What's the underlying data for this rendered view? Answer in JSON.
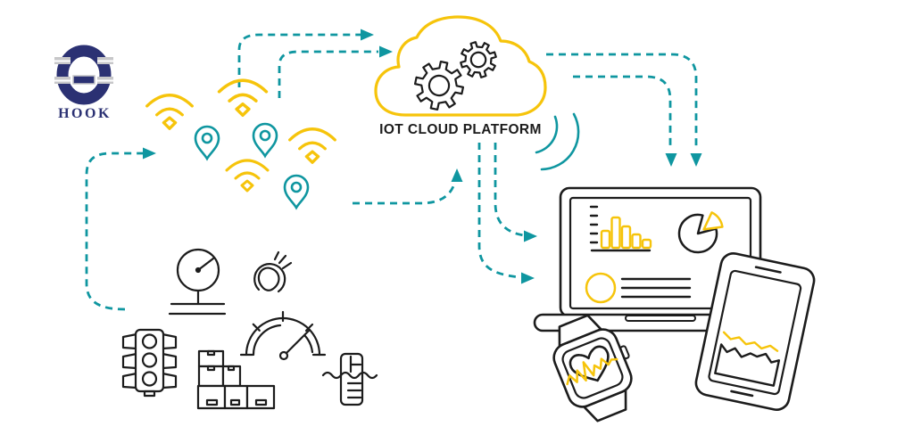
{
  "meta": {
    "type": "iot-architecture-diagram",
    "background": "#ffffff"
  },
  "colors": {
    "teal": "#0f96a0",
    "yellow": "#f6c40b",
    "ink": "#1c1c1c",
    "navy": "#2b3173",
    "silver": "#c7c7c9"
  },
  "brand": {
    "name": "HOOK"
  },
  "cloud": {
    "label": "IOT CLOUD PLATFORM",
    "icons": [
      "gear-icon",
      "gear-icon"
    ]
  },
  "sensors": {
    "wifi_signal_count": 4,
    "location_pin_count": 3
  },
  "devices": [
    "pressure-gauge",
    "eye-sensor",
    "traffic-light",
    "parcel-boxes",
    "speedometer",
    "water-tank"
  ],
  "outputs": {
    "laptop": {
      "widgets": [
        "bar-chart",
        "pie-chart",
        "summary-circle-lines"
      ],
      "chart_bars": [
        19,
        34,
        24,
        15,
        9
      ]
    },
    "smartwatch": {
      "widget": "heart-ecg"
    },
    "tablet": {
      "widget": "line-area-chart"
    }
  },
  "flows": [
    {
      "from": "field-devices",
      "to": "sensors"
    },
    {
      "from": "sensors",
      "to": "iot-cloud-platform"
    },
    {
      "from": "sensors",
      "to": "iot-cloud-platform"
    },
    {
      "from": "sensors",
      "to": "iot-cloud-platform"
    },
    {
      "from": "iot-cloud-platform",
      "to": "laptop-dashboard"
    },
    {
      "from": "iot-cloud-platform",
      "to": "laptop-dashboard"
    },
    {
      "from": "iot-cloud-platform",
      "to": "mobile-devices"
    },
    {
      "from": "iot-cloud-platform",
      "to": "mobile-devices"
    }
  ]
}
